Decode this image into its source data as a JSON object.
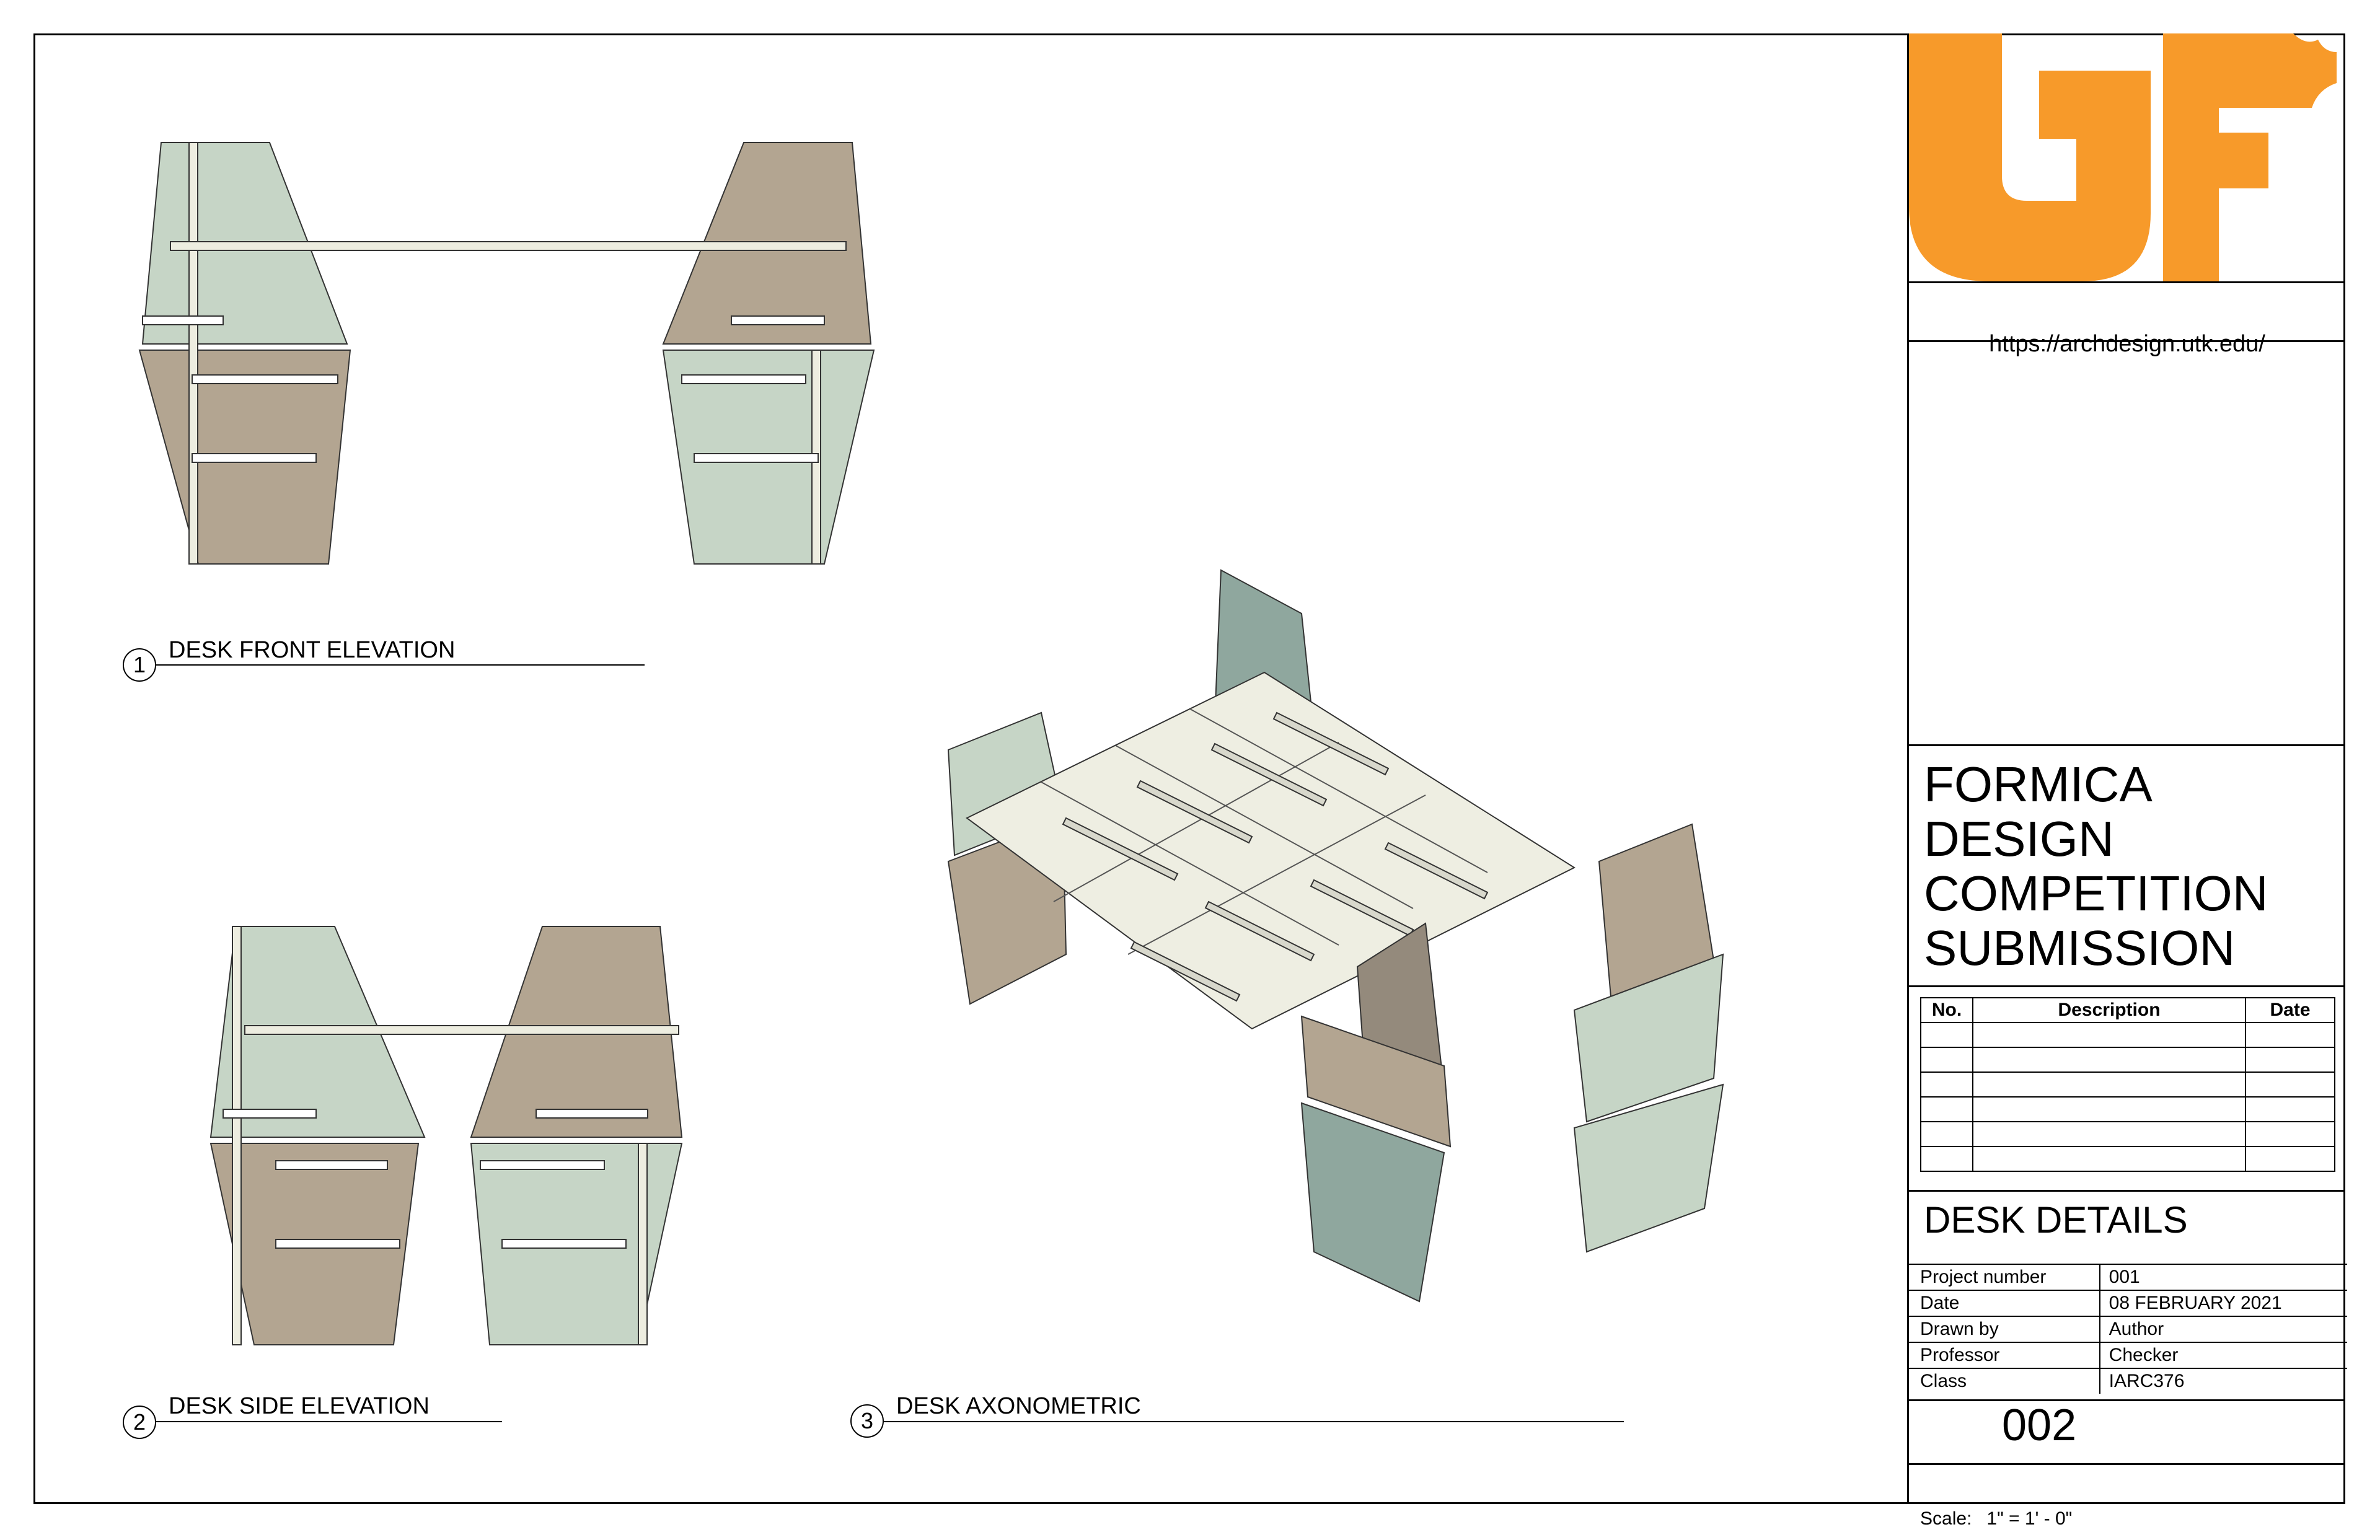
{
  "titleblock": {
    "logo_text": "UT",
    "url": "https://archdesign.utk.edu/",
    "project_title": [
      "FORMICA",
      "DESIGN",
      "COMPETITION",
      "SUBMISSION"
    ],
    "revision_headers": {
      "no": "No.",
      "description": "Description",
      "date": "Date"
    },
    "revision_rows": 6,
    "sheet_name": "DESK DETAILS",
    "info": [
      {
        "label": "Project number",
        "value": "001"
      },
      {
        "label": "Date",
        "value": "08 FEBRUARY 2021"
      },
      {
        "label": "Drawn by",
        "value": "Author"
      },
      {
        "label": "Professor",
        "value": "Checker"
      },
      {
        "label": "Class",
        "value": "IARC376"
      }
    ],
    "sheet_number": "002",
    "scale_label": "Scale:",
    "scale_value": "1\" = 1' - 0\""
  },
  "views": [
    {
      "number": "1",
      "title": "DESK FRONT ELEVATION"
    },
    {
      "number": "2",
      "title": "DESK SIDE ELEVATION"
    },
    {
      "number": "3",
      "title": "DESK AXONOMETRIC"
    }
  ],
  "colors": {
    "logo_orange": "#F79A2A",
    "panel_green": "#C6D5C6",
    "panel_wood": "#B3A591",
    "panel_teal": "#8FA79E",
    "top_white": "#EEEEE2"
  }
}
